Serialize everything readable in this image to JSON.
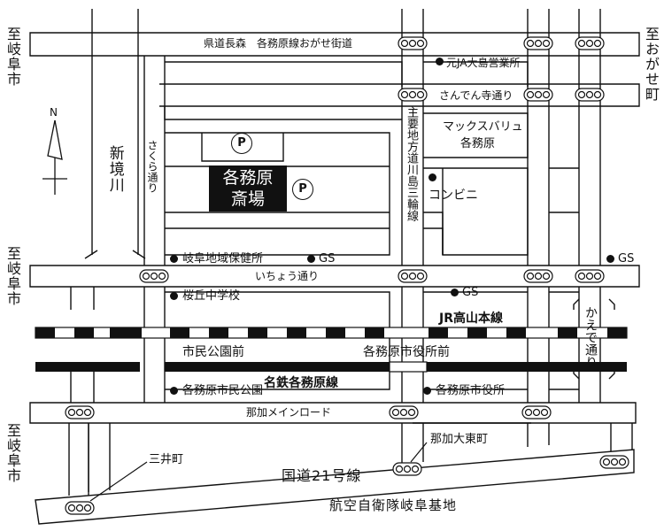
{
  "directions": {
    "left_top": "至岐阜市",
    "left_middle": "至岐阜市",
    "left_bottom": "至岐阜市",
    "right_top": "至おがせ町"
  },
  "roads": {
    "top": "県道長森　各務原線おがせ街道",
    "sanden": "さんでん寺通り",
    "icho": "いちょう通り",
    "naka_main": "那加メインロード",
    "route21": "国道21号線",
    "sakura": "さくら通り",
    "kaede": "かえで通り",
    "prefectural": "主要地方道川島三輪線",
    "river": "新境川"
  },
  "railways": {
    "jr": "JR高山本線",
    "meitetsu": "名鉄各務原線",
    "station_shimin": "市民公園前",
    "station_shiyakusho": "各務原市役所前"
  },
  "target": {
    "line1": "各務原",
    "line2": "斎場"
  },
  "parking": "P",
  "north": "N",
  "landmarks": {
    "ja": "元JA大島営業所",
    "subaru_1": "マックスバリュ",
    "subaru_2": "各務原",
    "conbini": "コンビニ",
    "hokenjo": "岐阜地域保健所",
    "gs": "GS",
    "sakuragaoka": "桜丘中学校",
    "shimin_park": "各務原市民公園",
    "city_hall": "各務原市役所",
    "mitsui": "三井町",
    "nakaotohigashi": "那加大東町",
    "base": "航空自衛隊岐阜基地"
  }
}
